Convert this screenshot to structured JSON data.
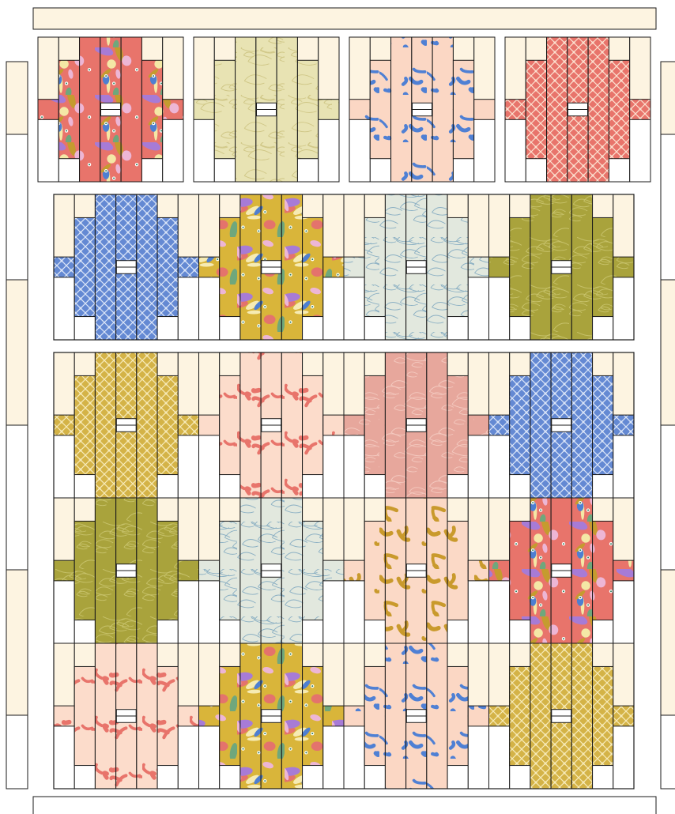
{
  "colors": {
    "cream": "#FDF4E1",
    "white": "#FFFFFF",
    "stroke": "#1A1A1A"
  },
  "fabrics": {
    "tropical_coral": {
      "base": "#E8746B",
      "motif": "leafy-tropical",
      "accents": [
        "#EDB6D5",
        "#C59B2F",
        "#F4E8A6",
        "#4E7FD1",
        "#A77BD6",
        "#6FA77C"
      ]
    },
    "tropical_yellow": {
      "base": "#D9B53A",
      "motif": "leafy-tropical",
      "accents": [
        "#EDB6D5",
        "#E4736C",
        "#F6EBB3",
        "#4E7FD1",
        "#A77BD6",
        "#6FA77C"
      ]
    },
    "sage_leaf": {
      "base": "#E8E3B3",
      "motif": "fine-leaf-lines",
      "accents": [
        "#CFC685"
      ]
    },
    "mint_leaf": {
      "base": "#E2E8DE",
      "motif": "fine-leaf-lines",
      "accents": [
        "#8AAFC3"
      ]
    },
    "blue_floral": {
      "base": "#FBD7C4",
      "motif": "floral-lines",
      "accents": [
        "#4F80D4"
      ]
    },
    "coral_floral": {
      "base": "#FCDCCB",
      "motif": "floral-lines",
      "accents": [
        "#E8746B"
      ]
    },
    "mustard_floral": {
      "base": "#FBD9C6",
      "motif": "floral-lines",
      "accents": [
        "#C99A2C"
      ]
    },
    "coral_geo": {
      "base": "#E8746B",
      "motif": "geometric-lattice",
      "accents": [
        "#FCE1D0"
      ]
    },
    "blue_geo": {
      "base": "#6489D3",
      "motif": "geometric-lattice",
      "accents": [
        "#DCE6F8"
      ]
    },
    "mustard_geo": {
      "base": "#D4B347",
      "motif": "geometric-lattice",
      "accents": [
        "#F7EBB9"
      ]
    },
    "olive": {
      "base": "#A9A33C",
      "motif": "fine-leaf-lines",
      "accents": [
        "#C7C26A"
      ]
    },
    "blush": {
      "base": "#E7A79C",
      "motif": "fine-leaf-lines",
      "accents": [
        "#F4C9BF"
      ]
    }
  },
  "quilt": {
    "row1_small_blocks": [
      "tropical_coral",
      "sage_leaf",
      "blue_floral",
      "coral_geo"
    ],
    "row2_blocks": [
      "blue_geo",
      "tropical_yellow",
      "mint_leaf",
      "olive"
    ],
    "row3_blocks": [
      "mustard_geo",
      "coral_floral",
      "blush",
      "blue_geo"
    ],
    "row4_blocks": [
      "olive",
      "mint_leaf",
      "mustard_floral",
      "tropical_coral"
    ],
    "row5_blocks": [
      "coral_floral",
      "tropical_yellow",
      "blue_floral",
      "mustard_geo"
    ]
  }
}
